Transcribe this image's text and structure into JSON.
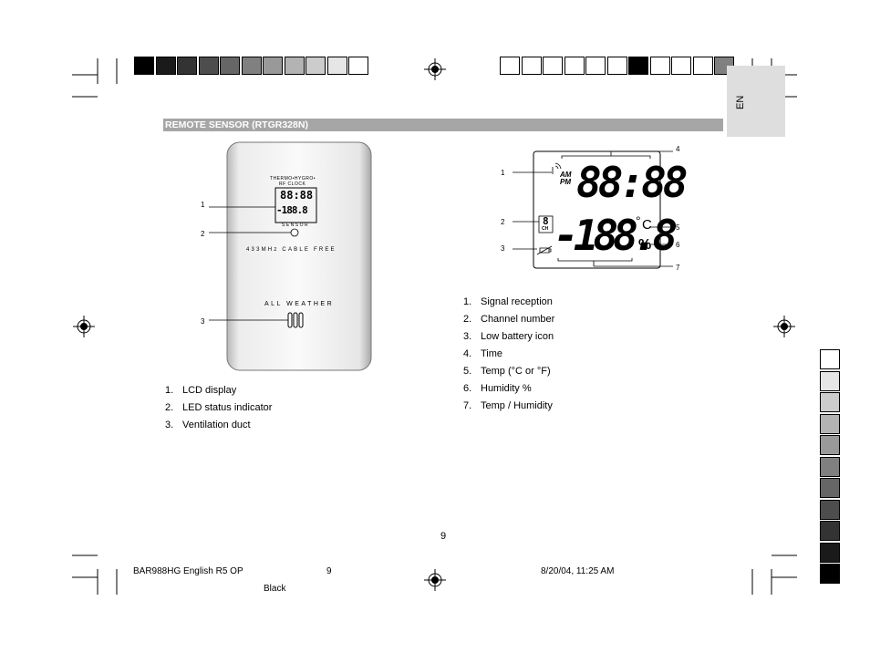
{
  "language_tab": "EN",
  "section_title": "REMOTE SENSOR (RTGR328N)",
  "sensor_device": {
    "header_line1": "THERMO•HYGRO•",
    "header_line2": "RF CLOCK",
    "display_time": "88:88",
    "display_value": "-188.8",
    "sensor_label": "SENSOR",
    "freq_label": "433MHz CABLE FREE",
    "weather_label": "ALL WEATHER",
    "callouts": [
      "1",
      "2",
      "3"
    ]
  },
  "lcd_display": {
    "am": "AM",
    "pm": "PM",
    "time_digits": "88:88",
    "channel_digit": "8",
    "channel_label": "CH",
    "temp_digits": "-188.8",
    "degree_unit": "°",
    "unit_letters": "C",
    "percent": "%",
    "callouts": [
      "1",
      "2",
      "3",
      "4",
      "5",
      "6",
      "7"
    ]
  },
  "sensor_list": [
    {
      "num": "1.",
      "text": "LCD display"
    },
    {
      "num": "2.",
      "text": "LED status indicator"
    },
    {
      "num": "3.",
      "text": "Ventilation duct"
    }
  ],
  "lcd_list": [
    {
      "num": "1.",
      "text": "Signal reception"
    },
    {
      "num": "2.",
      "text": "Channel number"
    },
    {
      "num": "3.",
      "text": "Low battery icon"
    },
    {
      "num": "4.",
      "text": "Time"
    },
    {
      "num": "5.",
      "text": "Temp (°C or °F)"
    },
    {
      "num": "6.",
      "text": "Humidity %"
    },
    {
      "num": "7.",
      "text": "Temp / Humidity"
    }
  ],
  "page_number": "9",
  "footer": {
    "file": "BAR988HG English R5 OP",
    "page": "9",
    "date": "8/20/04, 11:25 AM",
    "plate": "Black"
  },
  "colors": {
    "section_bar": "#a6a6a6",
    "lang_tab": "#dedede",
    "top_left_swatches": [
      "#000000",
      "#1a1a1a",
      "#333333",
      "#4d4d4d",
      "#666666",
      "#808080",
      "#999999",
      "#b3b3b3",
      "#cccccc",
      "#e6e6e6",
      "#ffffff"
    ],
    "top_right_swatches": [
      "#ffffff",
      "#ffffff",
      "#ffffff",
      "#ffffff",
      "#ffffff",
      "#ffffff",
      "#000000",
      "#ffffff",
      "#ffffff",
      "#ffffff",
      "#808080"
    ],
    "side_swatches": [
      "#ffffff",
      "#e6e6e6",
      "#cccccc",
      "#b3b3b3",
      "#999999",
      "#808080",
      "#666666",
      "#4d4d4d",
      "#333333",
      "#1a1a1a",
      "#000000"
    ]
  }
}
